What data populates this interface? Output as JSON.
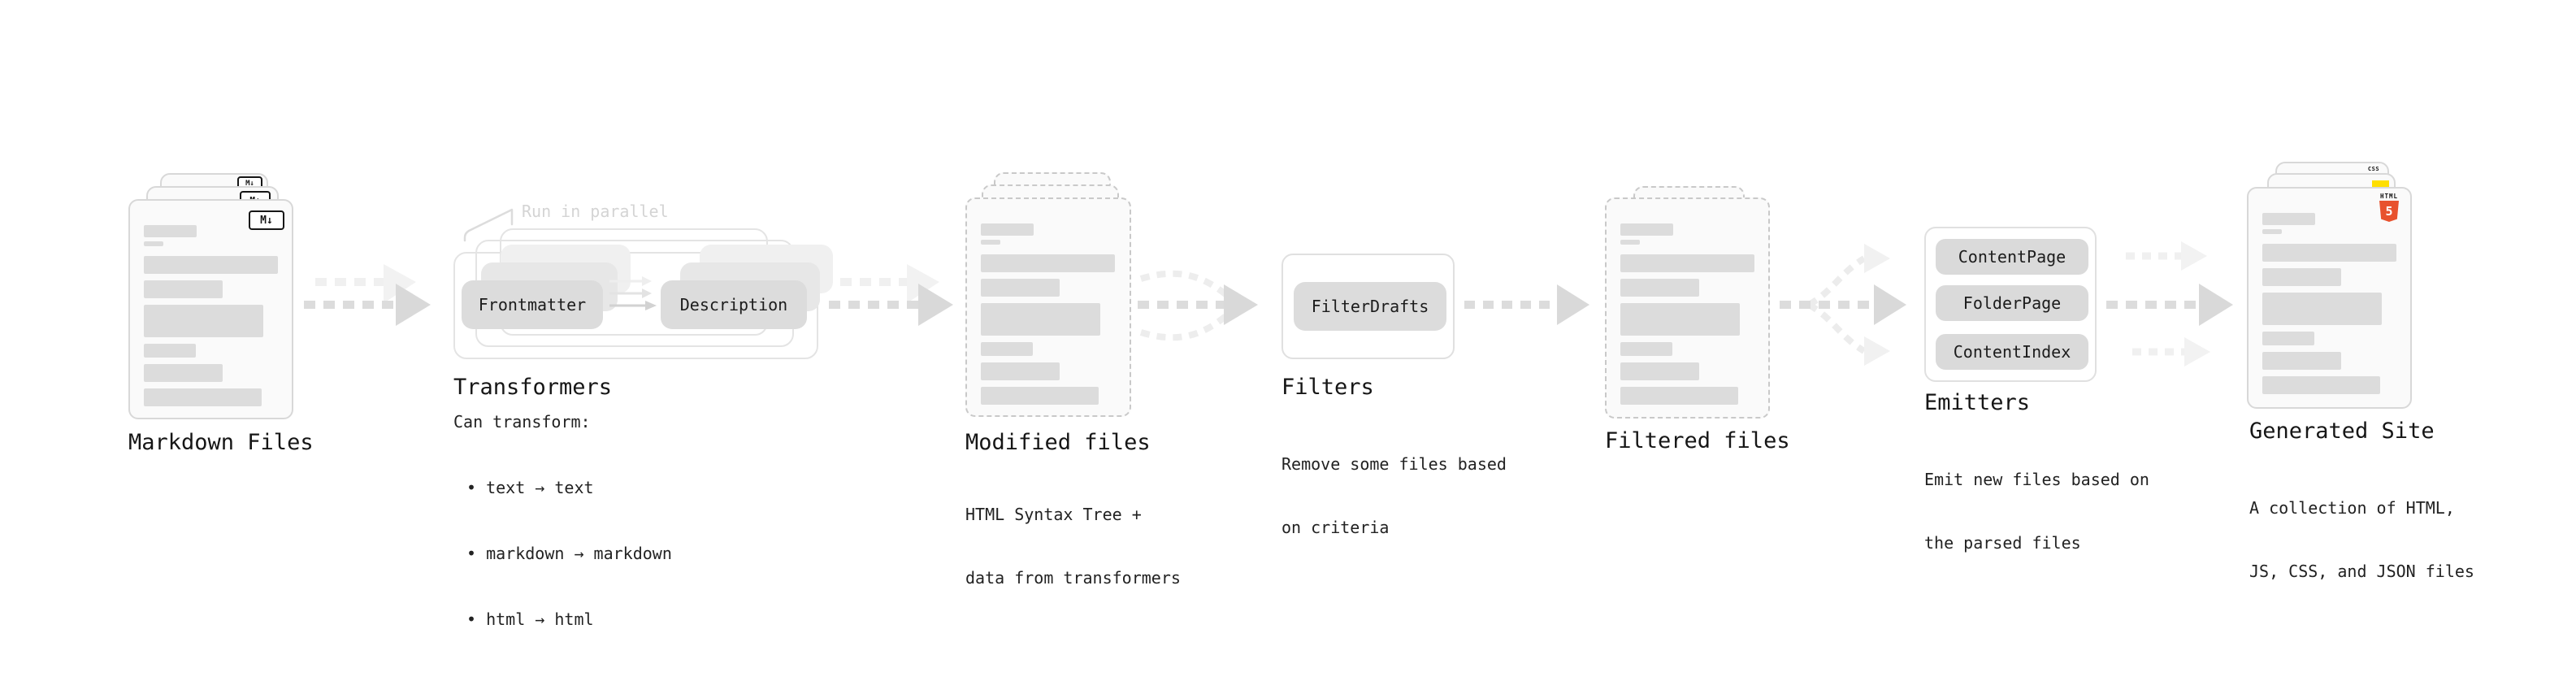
{
  "colors": {
    "html5_orange": "#e8522e",
    "js_yellow": "#ffdf00",
    "css_blue": "#2d6bf5"
  },
  "stages": {
    "markdown_files": {
      "label": "Markdown Files",
      "file_icon": "M↓"
    },
    "transformers": {
      "heading": "Transformers",
      "parallel_note": "Run in parallel",
      "pill_frontmatter": "Frontmatter",
      "pill_description": "Description",
      "desc_title": "Can transform:",
      "bullets": [
        "• text → text",
        "• markdown → markdown",
        "• html → html"
      ]
    },
    "modified_files": {
      "label": "Modified files",
      "desc_line1": "HTML Syntax Tree +",
      "desc_line2": "data from transformers"
    },
    "filters": {
      "heading": "Filters",
      "pill": "FilterDrafts",
      "desc_line1": "Remove some files based",
      "desc_line2": "on criteria"
    },
    "filtered_files": {
      "label": "Filtered files"
    },
    "emitters": {
      "heading": "Emitters",
      "pills": [
        "ContentPage",
        "FolderPage",
        "ContentIndex"
      ],
      "desc_line1": "Emit new files based on",
      "desc_line2": "the parsed files"
    },
    "generated_site": {
      "label": "Generated Site",
      "desc_line1": "A collection of HTML,",
      "desc_line2": "JS, CSS, and JSON files",
      "css_icon": "CSS",
      "html_icon_label": "HTML",
      "html_icon_number": "5"
    }
  }
}
